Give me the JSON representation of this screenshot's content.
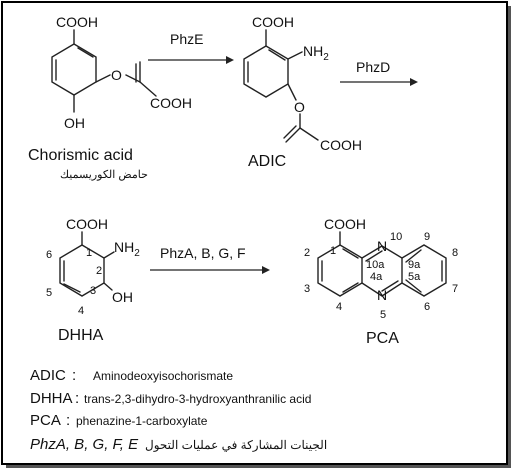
{
  "compounds": {
    "chorismic": {
      "cooh": "COOH",
      "cooh2": "COOH",
      "o": "O",
      "oh": "OH",
      "name": "Chorismic acid",
      "name_ar": "حامض الكوريسميك"
    },
    "adic": {
      "cooh": "COOH",
      "nh2": "NH",
      "nh2_sub": "2",
      "o": "O",
      "cooh2": "COOH",
      "name": "ADIC"
    },
    "dhha": {
      "cooh": "COOH",
      "nh2": "NH",
      "nh2_sub": "2",
      "oh": "OH",
      "name": "DHHA",
      "n1": "1",
      "n2": "2",
      "n3": "3",
      "n4": "4",
      "n5": "5",
      "n6": "6"
    },
    "pca": {
      "cooh": "COOH",
      "n_top": "N",
      "n_bot": "N",
      "name": "PCA",
      "l1": "1",
      "l2": "2",
      "l3": "3",
      "l4": "4",
      "l5": "5",
      "l6": "6",
      "l7": "7",
      "l8": "8",
      "l9": "9",
      "l10": "10",
      "l4a": "4a",
      "l10a": "10a",
      "l5a": "5a",
      "l9a": "9a"
    }
  },
  "arrows": {
    "phze": "PhzE",
    "phzd": "PhzD",
    "phzabgf": "PhzA, B, G, F"
  },
  "legend": {
    "adic_abbr": "ADIC",
    "adic_sep": ":",
    "adic_full": "Aminodeoxyisochorismate",
    "dhha_abbr": "DHHA",
    "dhha_sep": ":",
    "dhha_full": "trans-2,3-dihydro-3-hydroxyanthranilic acid",
    "pca_abbr": "PCA",
    "pca_sep": ":",
    "pca_full": "phenazine-1-carboxylate",
    "genes": "PhzA, B, G, F, E",
    "genes_ar": "الجينات المشاركة في عمليات التحول"
  }
}
